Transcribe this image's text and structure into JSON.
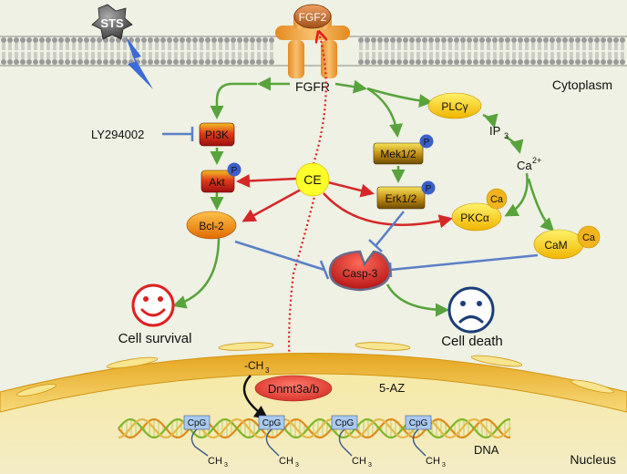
{
  "labels": {
    "sts": "STS",
    "fgf2": "FGF2",
    "fgfr": "FGFR",
    "cytoplasm": "Cytoplasm",
    "plcg": "PLCγ",
    "ip3_base": "IP",
    "ip3_sub": "3",
    "ca2_base": "Ca",
    "ca2_sup": "2+",
    "ly294002": "LY294002",
    "pi3k": "PI3K",
    "akt": "Akt",
    "bcl2": "Bcl-2",
    "ce": "CE",
    "mek": "Mek1/2",
    "erk": "Erk1/2",
    "p": "P",
    "pkc": "PKCα",
    "ca": "Ca",
    "cam": "CaM",
    "casp3": "Casp-3",
    "cell_survival": "Cell survival",
    "cell_death": "Cell death",
    "ch3_methyl": "-CH",
    "ch3_sub": "3",
    "dnmt": "Dnmt3a/b",
    "five_az": "5-AZ",
    "cpg": "CpG",
    "ch3_base": "CH",
    "dna": "DNA",
    "nucleus": "Nucleus"
  },
  "colors": {
    "activation_arrow": "#58a33c",
    "ce_arrow": "#d62728",
    "inhibition": "#5b7fc7",
    "background": "#eef1e3"
  }
}
